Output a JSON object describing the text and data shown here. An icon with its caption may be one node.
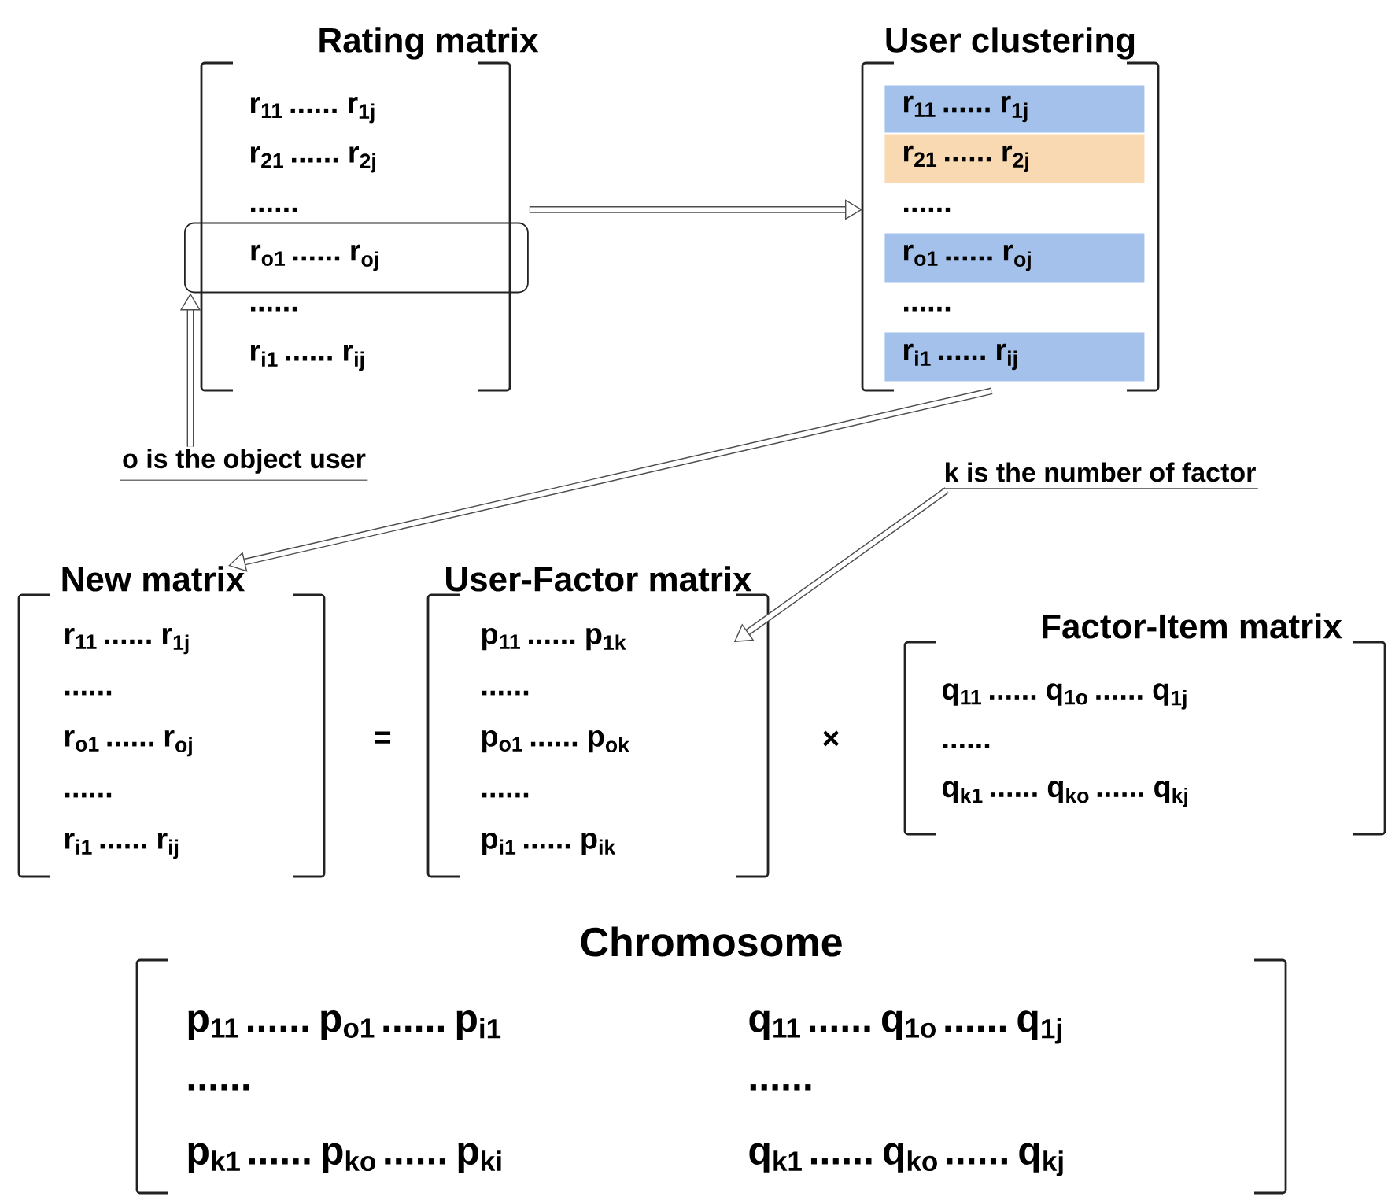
{
  "diagram": {
    "nodes": [
      {
        "text": [
          "Rating matrix",
          "r$_{11}$ ...... r$_{1j}$",
          "r$_{21}$ ...... r$_{2j}$",
          "......",
          "......",
          "r$_{i1}$ ...... r$_{ij}$"
        ]
      },
      {
        "text": [
          "r$_{o1}$ ...... r$_{oj}$"
        ],
        "in": 0
      },
      {
        "text": [
          "o is the object user"
        ]
      },
      {
        "text": [
          "User clustering",
          "......",
          "......"
        ]
      },
      {
        "text": [
          "r$_{11}$ ...... r$_{1j}$"
        ],
        "in": 3
      },
      {
        "text": [
          "r$_{21}$ ...... r$_{2j}$"
        ],
        "in": 3
      },
      {
        "text": [
          "r$_{o1}$ ...... r$_{oj}$"
        ],
        "in": 3
      },
      {
        "text": [
          "r$_{i1}$ ...... r$_{ij}$"
        ],
        "in": 3
      },
      {
        "text": [
          "New matrix",
          "r$_{11}$ ...... r$_{1j}$",
          "......",
          "r$_{o1}$ ...... r$_{oj}$",
          "......",
          "r$_{i1}$ ...... r$_{ij}$"
        ]
      },
      {
        "text": [
          "k is the number of factor"
        ]
      },
      {
        "text": [
          "User-Factor matrix",
          "p$_{11}$ ...... p$_{1k}$",
          "......",
          "p$_{o1}$ ...... p$_{ok}$",
          "......",
          "p$_{i1}$ ...... p$_{ik}$"
        ]
      },
      {
        "text": [
          "Factor-Item matrix",
          "q$_{11}$ ...... q$_{1o}$ ...... q$_{1j}$",
          "......",
          "q$_{k1}$ ...... q$_{ko}$ ...... q$_{kj}$"
        ]
      },
      {
        "text": [
          "Chromosome",
          "p$_{11}$ ...... p$_{o1}$ ...... p$_{i1}$",
          "q$_{11}$ ...... q$_{1o}$ ...... q$_{1j}$",
          "......",
          "......",
          "p$_{k1}$ ...... p$_{ko}$ ...... p$_{ki}$",
          "q$_{k1}$ ...... q$_{ko}$ ...... q$_{kj}$"
        ]
      }
    ],
    "edges": [
      {
        "from": 2,
        "to": 1,
        "arrow": "to"
      },
      {
        "from": 0,
        "to": 3,
        "arrow": "to"
      },
      {
        "from": 3,
        "to": 8,
        "arrow": "to"
      },
      {
        "from": 9,
        "to": 10,
        "arrow": "to"
      }
    ],
    "labels": [
      "=",
      "×"
    ]
  }
}
